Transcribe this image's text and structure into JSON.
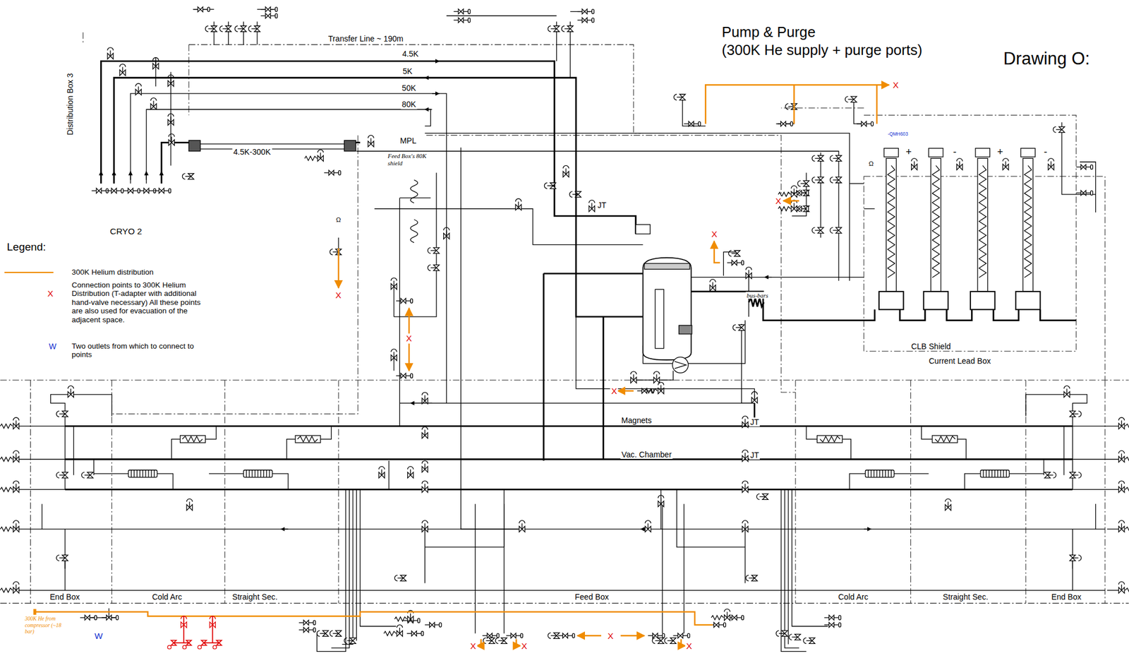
{
  "diagram": {
    "title": "Drawing O:",
    "nodes": [
      {
        "text": [
          "Distribution Box 3"
        ]
      },
      {
        "text": [
          "Current Lead Box"
        ]
      },
      {
        "text": [
          "CLB Shield"
        ],
        "in": 1
      },
      {
        "text": [
          "End Box"
        ]
      },
      {
        "text": [
          "Cold Arc"
        ]
      },
      {
        "text": [
          "Straight Sec."
        ]
      },
      {
        "text": [
          "Feed Box"
        ]
      },
      {
        "text": [
          "Cold Arc"
        ]
      },
      {
        "text": [
          "Straight Sec."
        ]
      },
      {
        "text": [
          "End Box"
        ]
      }
    ],
    "labels": [
      "Pump & Purge",
      "(300K He supply + purge ports)",
      "Transfer Line ~ 190m",
      "4.5K",
      "5K",
      "50K",
      "80K",
      "MPL",
      "4.5K-300K",
      "CRYO 2",
      "Feed Box's 80K shield",
      "JT",
      "bus-bars",
      "Magnets",
      "Vac. Chamber",
      "JT",
      "JT",
      "+",
      "-",
      "+",
      "-",
      "-QMH603",
      "Ω",
      "Ω",
      "Legend:",
      "X",
      "W",
      "X",
      "X",
      "X",
      "X",
      "X",
      "X",
      "X",
      "X",
      "X",
      "X",
      "X",
      "W",
      "300K He from compressor (~18 bar)"
    ],
    "legend": [
      {
        "text": "300K Helium distribution",
        "color": "#f08c00"
      },
      {
        "text": "Connection points to 300K Helium Distribution (T-adapter with additional hand-valve necessary) All these points are also used for evacuation of the adjacent space."
      },
      {
        "text": "Two outlets from which to connect to points"
      }
    ]
  }
}
